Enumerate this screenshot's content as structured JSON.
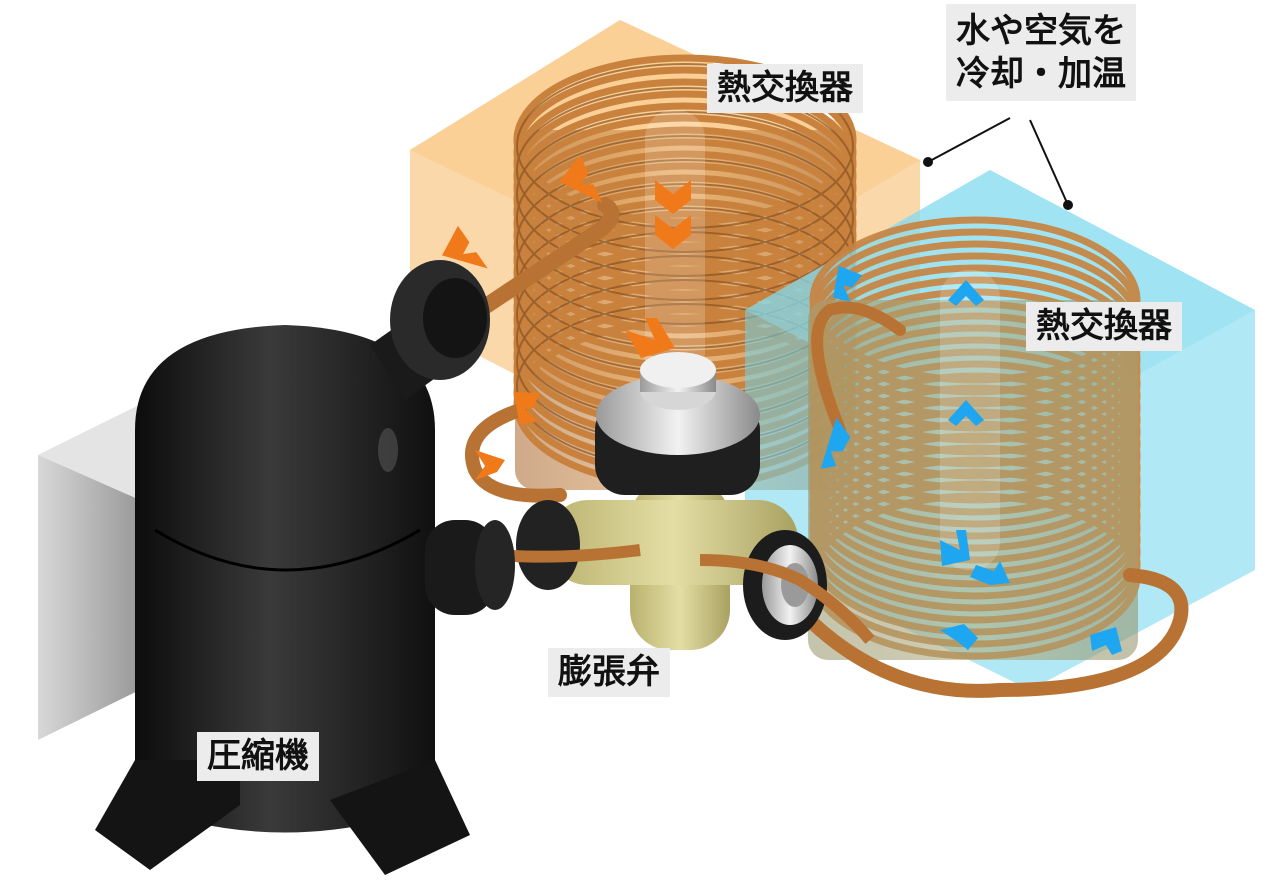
{
  "labels": {
    "hot_exchanger": "熱交換器",
    "cold_exchanger": "熱交換器",
    "compressor": "圧縮機",
    "expansion_valve": "膨張弁",
    "callout_line1": "水や空気を",
    "callout_line2": "冷却・加温"
  },
  "colors": {
    "hot_zone": "#f7b865",
    "cold_zone": "#6fd6ec",
    "copper": "#c9823e",
    "copper_dark": "#8a5222",
    "hot_arrow": "#f07a1a",
    "cold_arrow": "#1ea6f0",
    "compressor_body": "#1c1c1c",
    "valve_brass": "#cfc88a",
    "label_bg": "#ececec"
  },
  "icons": {
    "flow_hot": "chevron-arrow-orange",
    "flow_cold": "chevron-arrow-blue"
  }
}
